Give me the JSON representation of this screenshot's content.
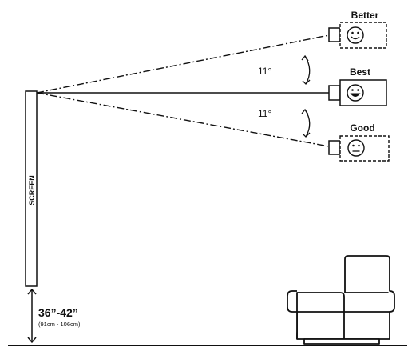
{
  "screen_label": "SCREEN",
  "projectors": [
    {
      "label": "Better",
      "face": "smile"
    },
    {
      "label": "Best",
      "face": "big-smile"
    },
    {
      "label": "Good",
      "face": "neutral"
    }
  ],
  "angles": {
    "upper": "11°",
    "lower": "11°"
  },
  "height": {
    "main": "36”-42”",
    "sub": "(91cm - 106cm)"
  }
}
